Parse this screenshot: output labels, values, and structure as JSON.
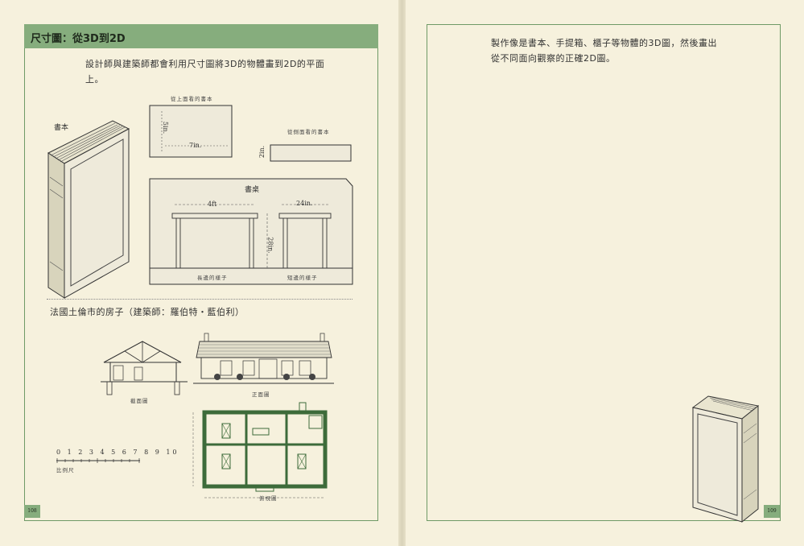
{
  "left_page": {
    "heading": "尺寸圖：從3D到2D",
    "intro": "設計師與建築師都會利用尺寸圖將3D的物體畫到2D的平面上。",
    "book_label": "書本",
    "top_view_label": "從上面看的書本",
    "side_view_label": "從側面看的書本",
    "dim_5in": "5in.",
    "dim_7in": "7in.",
    "dim_2in": "2in.",
    "desk_label": "書桌",
    "dim_4ft": "4ft",
    "dim_24in": "24in.",
    "dim_28in": "28in.",
    "long_side_label": "長邊的樣子",
    "short_side_label": "短邊的樣子",
    "house_caption": "法國土倫市的房子（建築師：羅伯特・藍伯利）",
    "section_label": "截面圖",
    "front_label": "正面圖",
    "plan_label": "俯視圖",
    "scale_numbers": "0 1 2 3 4 5 6 7 8 9 10",
    "scale_label": "比例尺",
    "page_number": "108"
  },
  "right_page": {
    "text": "製作像是書本、手提箱、櫃子等物體的3D圖，然後畫出從不同面向觀察的正確2D圖。",
    "page_number": "109"
  },
  "colors": {
    "accent_green": "#86ad7d",
    "frame_green": "#6f9a66",
    "paper": "#f6f1dd",
    "plan_green": "#3d6b3a"
  }
}
